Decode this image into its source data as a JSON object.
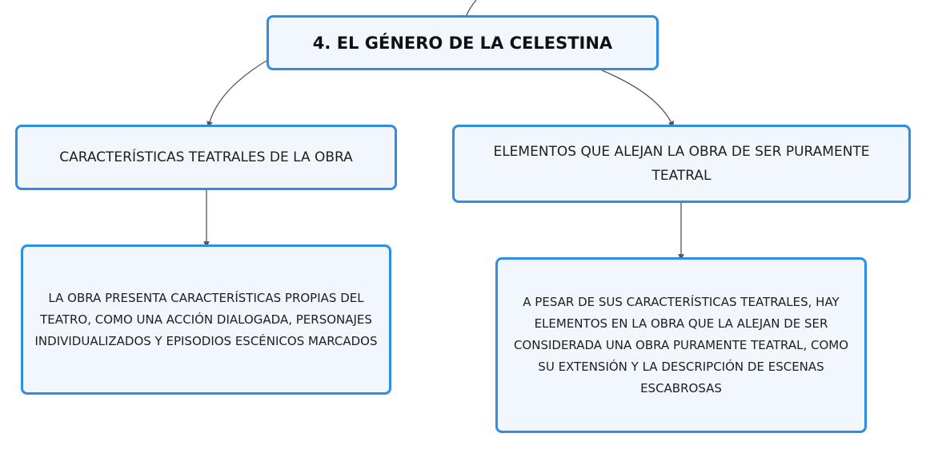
{
  "diagram": {
    "type": "mind-map",
    "colors": {
      "node_border": "#2e8ee6",
      "node_fill": "#f1f7fd",
      "connector": "#555555",
      "text": "#1e1e1e"
    },
    "root": {
      "label": "4. EL GÉNERO DE LA CELESTINA"
    },
    "branches": [
      {
        "label": "CARACTERÍSTICAS TEATRALES DE LA OBRA",
        "children": [
          {
            "label": "LA OBRA PRESENTA CARACTERÍSTICAS PROPIAS DEL TEATRO, COMO UNA ACCIÓN DIALOGADA, PERSONAJES INDIVIDUALIZADOS Y EPISODIOS ESCÉNICOS MARCADOS"
          }
        ]
      },
      {
        "label": "ELEMENTOS QUE ALEJAN LA OBRA DE SER PURAMENTE TEATRAL",
        "children": [
          {
            "label": "A PESAR DE SUS CARACTERÍSTICAS TEATRALES, HAY ELEMENTOS EN LA OBRA QUE LA ALEJAN DE SER CONSIDERADA UNA OBRA PURAMENTE TEATRAL, COMO SU EXTENSIÓN Y LA DESCRIPCIÓN DE ESCENAS ESCABROSAS"
          }
        ]
      }
    ]
  }
}
